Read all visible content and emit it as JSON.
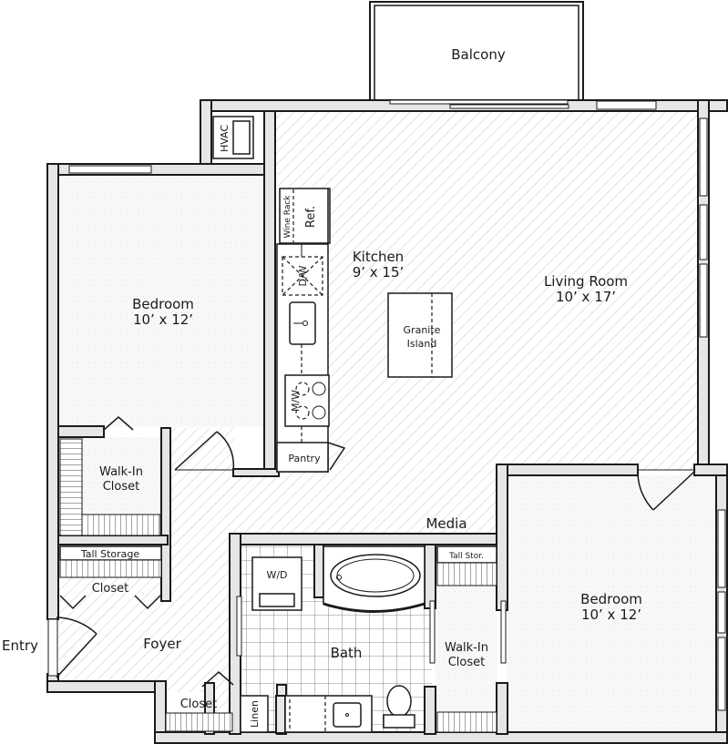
{
  "plan": {
    "colors": {
      "wall_fill": "#e6e6e6",
      "outline": "#1a1a1a",
      "carpet": "#f7f7f7",
      "wood_hatch": "#d9d9d9",
      "tile_grid": "#555555",
      "background": "#ffffff"
    },
    "rooms": {
      "balcony": {
        "name": "Balcony"
      },
      "hvac": {
        "name": "HVAC"
      },
      "kitchen": {
        "name": "Kitchen",
        "size": "9’ x 15’"
      },
      "living_room": {
        "name": "Living Room",
        "size": "10’ x 17’"
      },
      "bedroom_1": {
        "name": "Bedroom",
        "size": "10’ x 12’"
      },
      "bedroom_2": {
        "name": "Bedroom",
        "size": "10’ x 12’"
      },
      "walk_in_closet_1": {
        "line1": "Walk-In",
        "line2": "Closet"
      },
      "walk_in_closet_2": {
        "line1": "Walk-In",
        "line2": "Closet"
      },
      "tall_storage": {
        "name": "Tall Storage"
      },
      "tall_stor": {
        "name": "Tall Stor."
      },
      "closet_foyer_left": {
        "name": "Closet"
      },
      "closet_foyer_bottom": {
        "name": "Closet"
      },
      "foyer": {
        "name": "Foyer"
      },
      "entry": {
        "name": "Entry"
      },
      "pantry": {
        "name": "Pantry"
      },
      "media": {
        "name": "Media"
      },
      "bath": {
        "name": "Bath"
      },
      "linen": {
        "name": "Linen"
      }
    },
    "fixtures": {
      "wine_rack": "Wine Rack",
      "refrigerator": "Ref.",
      "dishwasher": "D/W",
      "microwave": "M/W",
      "washer_dryer": "W/D",
      "island_line1": "Granite",
      "island_line2": "Island"
    }
  }
}
